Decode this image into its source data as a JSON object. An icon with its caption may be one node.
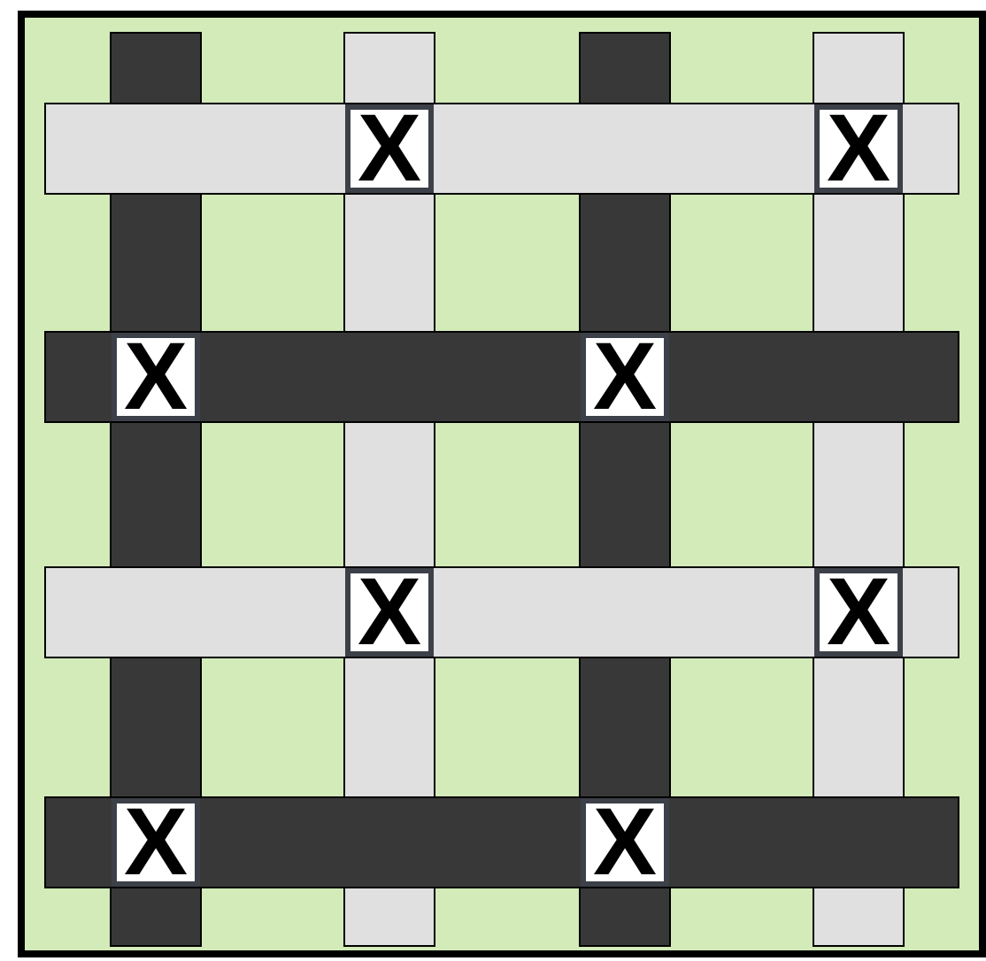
{
  "diagram": {
    "nodes": [
      {
        "text": [
          "X"
        ]
      },
      {
        "text": [
          "X"
        ]
      },
      {
        "text": [
          "X"
        ]
      },
      {
        "text": [
          "X"
        ]
      },
      {
        "text": [
          "X"
        ]
      },
      {
        "text": [
          "X"
        ]
      },
      {
        "text": [
          "X"
        ]
      },
      {
        "text": [
          "X"
        ]
      }
    ]
  }
}
